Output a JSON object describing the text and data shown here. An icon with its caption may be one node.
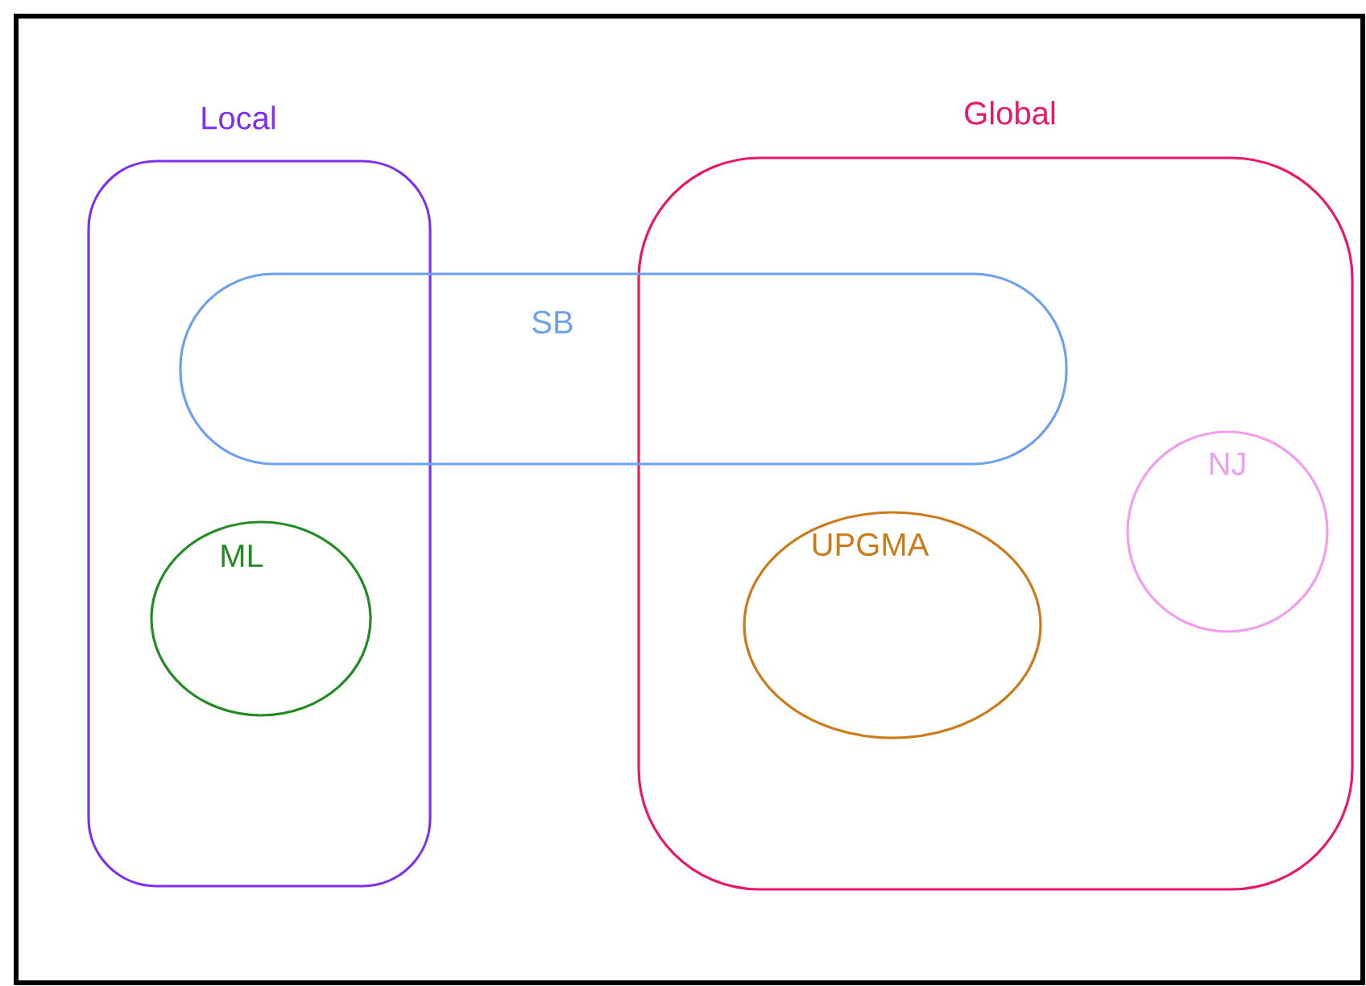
{
  "diagram": {
    "nodes": [
      {
        "text": [
          "Local"
        ]
      },
      {
        "text": [
          "Global"
        ]
      },
      {
        "text": [
          "SB"
        ]
      },
      {
        "text": [
          "ML"
        ],
        "in": 0
      },
      {
        "text": [
          "UPGMA"
        ],
        "in": 1
      },
      {
        "text": [
          "NJ"
        ],
        "in": 1
      }
    ],
    "edges": []
  }
}
